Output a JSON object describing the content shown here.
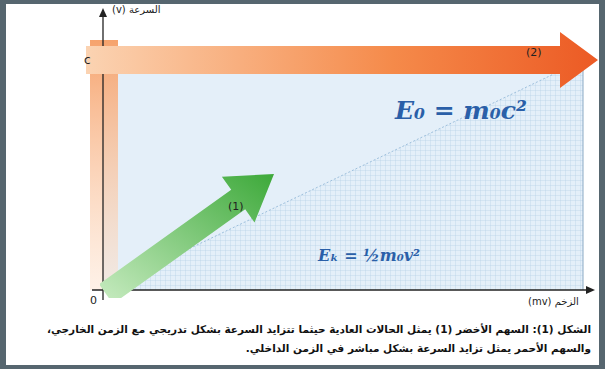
{
  "diagram": {
    "caption": "الشكل (1): السهم الأخضر (1) يمثل الحالات العادية حيثما تتزايد السرعة بشكل تدريجي مع الزمن الخارجي، والسهم الأحمر يمثل تزايد السرعة بشكل مباشر في الزمن الداخلي.",
    "nodes": [
      {
        "text": [
          "(2)"
        ]
      },
      {
        "text": [
          "(1)"
        ]
      }
    ],
    "labels": [
      "السرعة (v)",
      "c",
      "0",
      "الزخم (mv)",
      "E₀ = m₀c²",
      "Eₖ = ½m₀v²"
    ]
  }
}
